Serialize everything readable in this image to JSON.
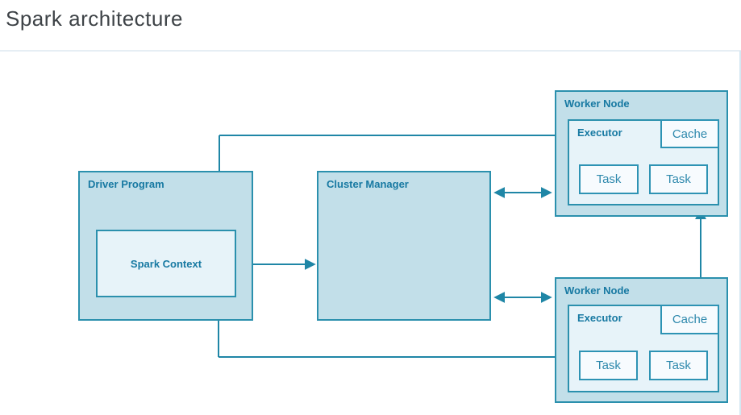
{
  "page": {
    "title": "Spark architecture"
  },
  "diagram": {
    "driver_program": {
      "label": "Driver Program",
      "spark_context": {
        "label": "Spark Context"
      }
    },
    "cluster_manager": {
      "label": "Cluster Manager"
    },
    "worker_nodes": [
      {
        "label": "Worker Node",
        "executor": {
          "label": "Executor",
          "cache_label": "Cache",
          "tasks": [
            "Task",
            "Task"
          ]
        }
      },
      {
        "label": "Worker Node",
        "executor": {
          "label": "Executor",
          "cache_label": "Cache",
          "tasks": [
            "Task",
            "Task"
          ]
        }
      }
    ],
    "connections": [
      "spark-context <-> worker-node-1-executor",
      "spark-context <-> cluster-manager",
      "cluster-manager <-> worker-node-1",
      "cluster-manager <-> worker-node-2",
      "worker-node-1 <-> worker-node-2",
      "spark-context <-> worker-node-2-executor"
    ],
    "colors": {
      "node_fill": "#c2dfe9",
      "inner_fill": "#e7f3f9",
      "leaf_fill": "#f7fbfe",
      "border": "#2b90ad",
      "arrow": "#1f86a6",
      "primary_label": "#1779a2",
      "secondary_label": "#2f89ad",
      "title_text": "#3e4347"
    }
  }
}
